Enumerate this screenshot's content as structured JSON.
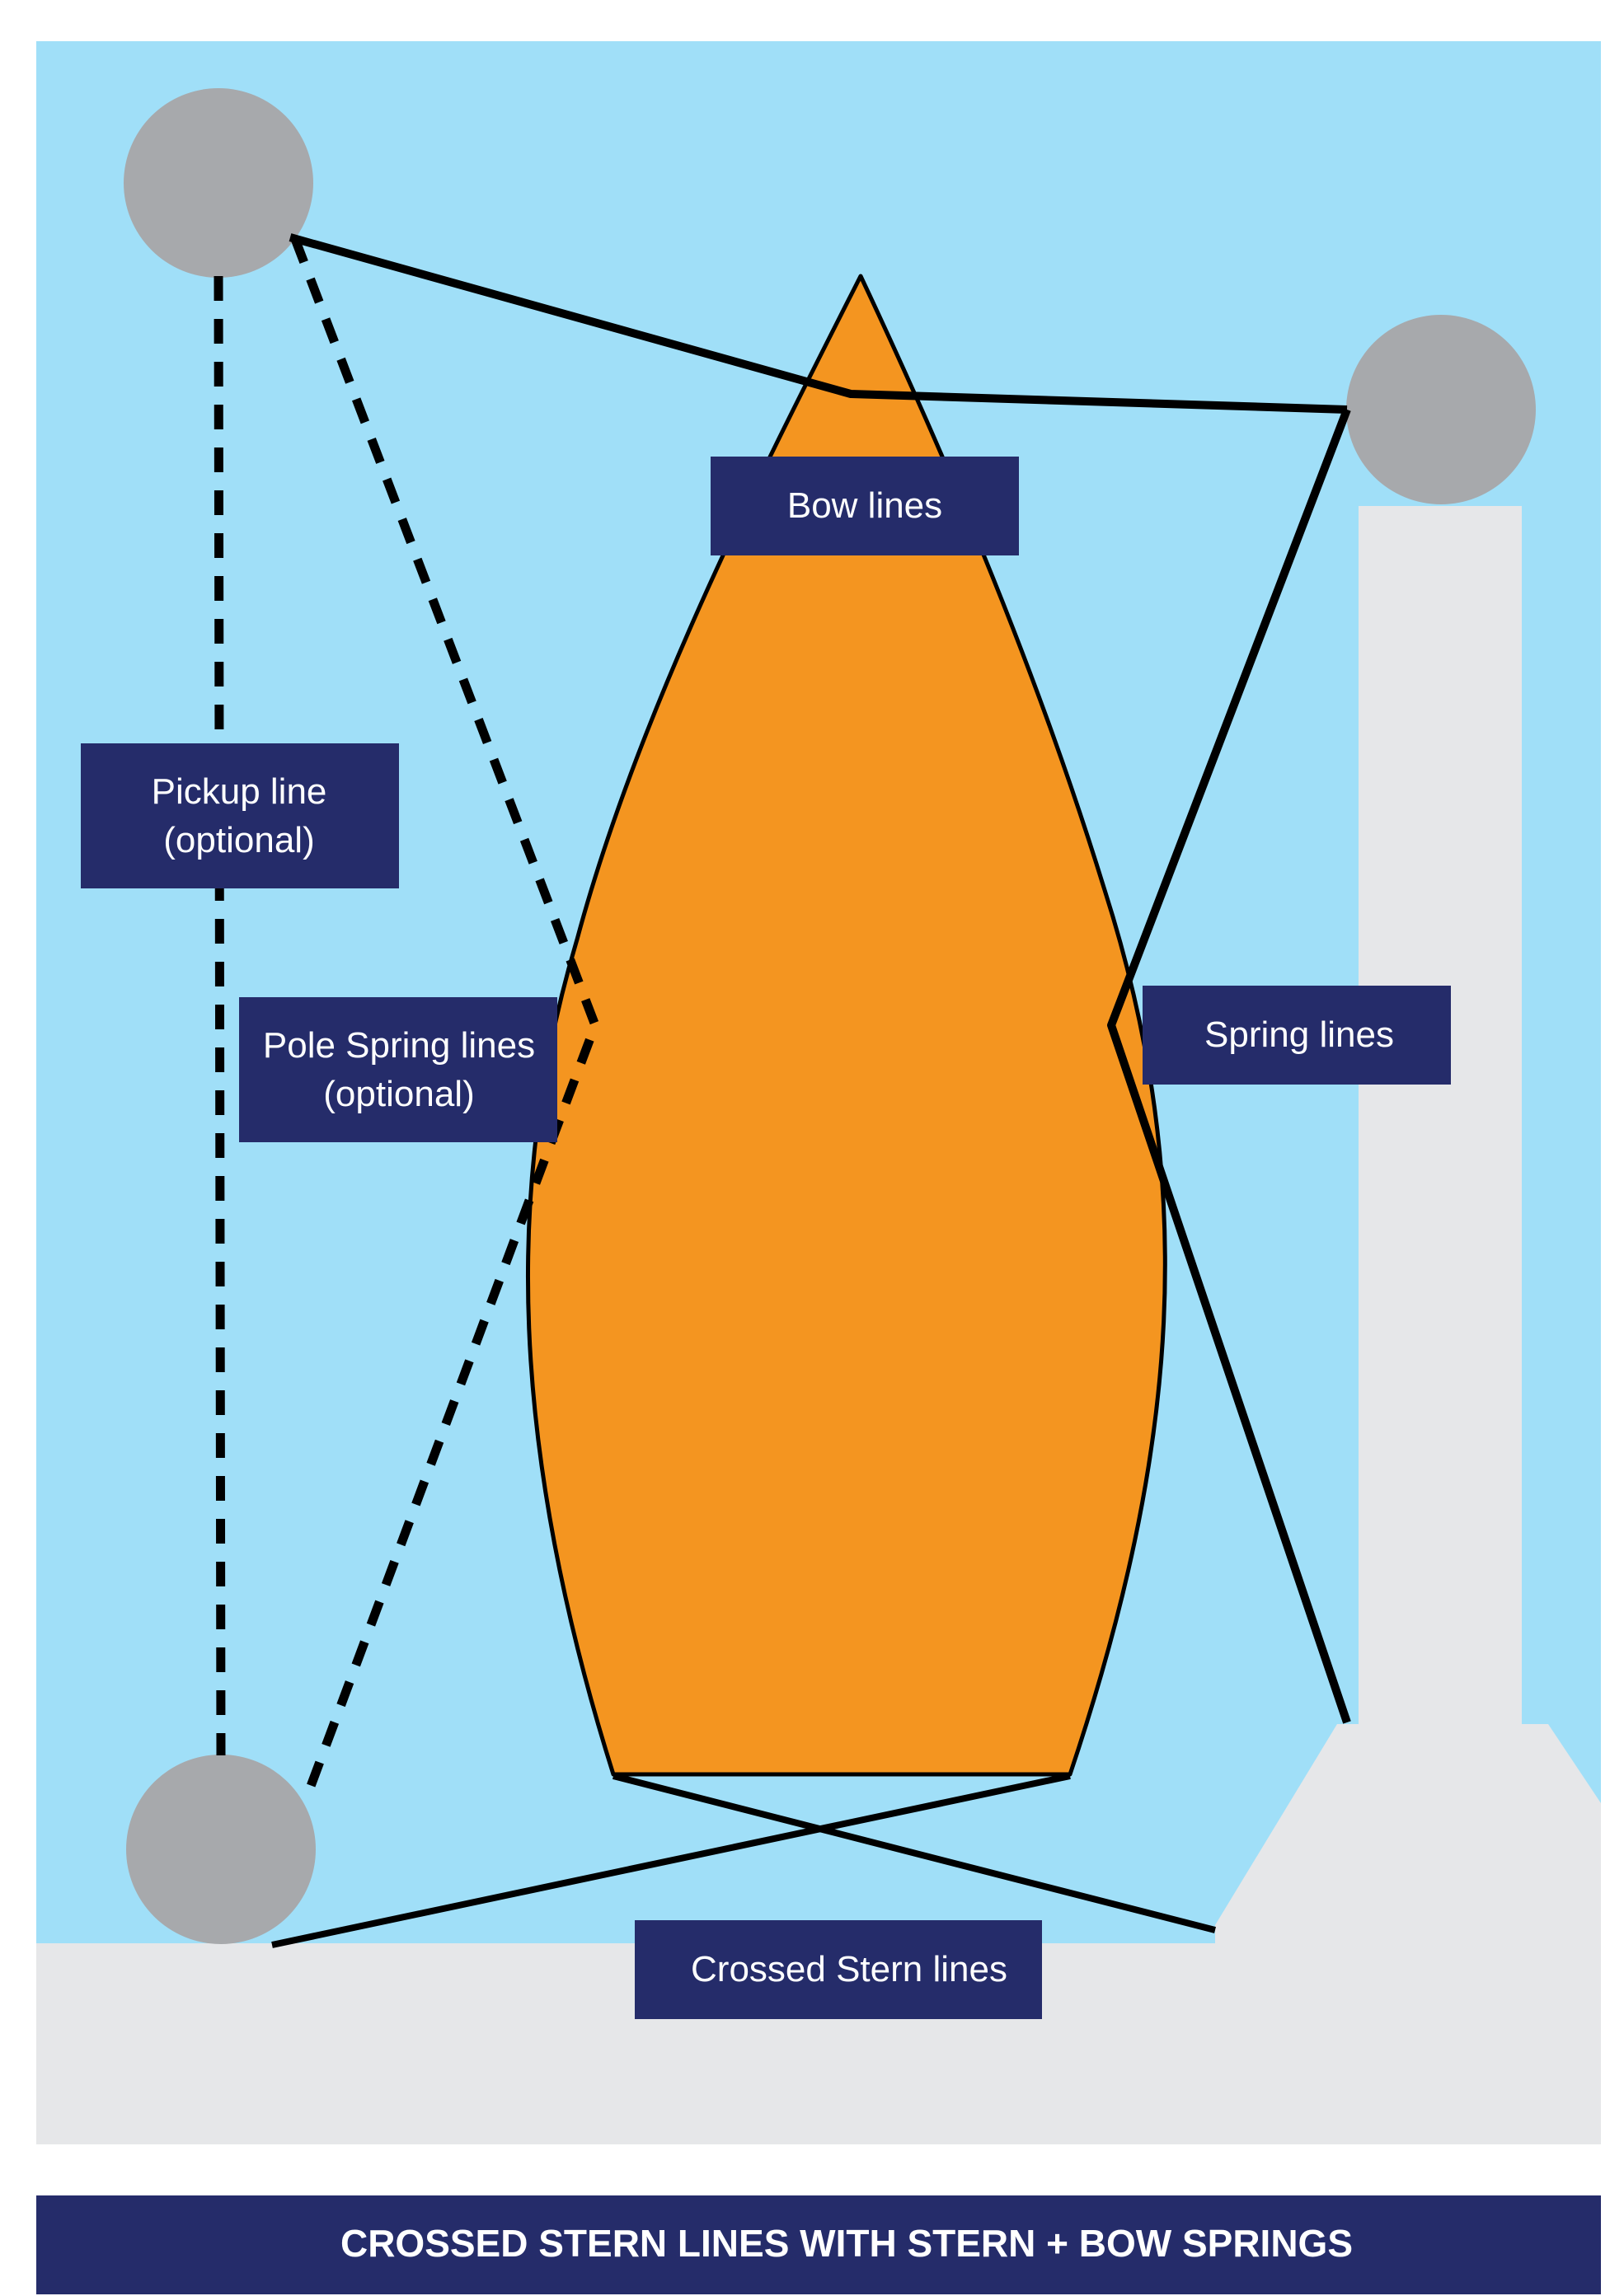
{
  "colors": {
    "water": "#a0dff8",
    "land": "#e6e7e9",
    "buoy": "#a7a9ac",
    "boat": "#f49520",
    "label_bg": "#252c6a",
    "label_text": "#ffffff",
    "line": "#000000",
    "page": "#ffffff"
  },
  "labels": {
    "bow_lines": "Bow lines",
    "pickup_line_1": "Pickup line",
    "pickup_line_2": "(optional)",
    "pole_spring_1": "Pole Spring lines",
    "pole_spring_2": "(optional)",
    "spring_lines": "Spring lines",
    "crossed_stern": "Crossed Stern lines"
  },
  "footer": {
    "title": "CROSSED STERN LINES WITH  STERN + BOW SPRINGS"
  }
}
